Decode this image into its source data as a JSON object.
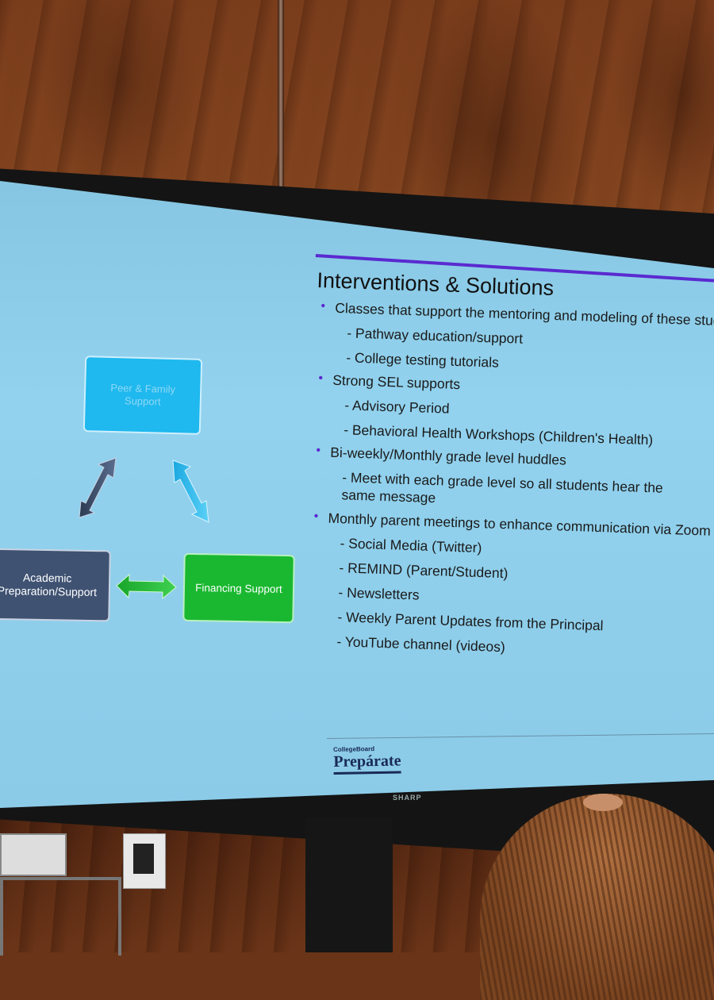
{
  "slide": {
    "title": "Interventions & Solutions",
    "items": [
      {
        "type": "bullet",
        "text": "Classes that support the mentoring and modeling of these students"
      },
      {
        "type": "sub",
        "text": "- Pathway education/support"
      },
      {
        "type": "sub",
        "text": "- College testing tutorials"
      },
      {
        "type": "bullet",
        "text": "Strong SEL supports"
      },
      {
        "type": "sub",
        "text": "- Advisory Period"
      },
      {
        "type": "sub",
        "text": "- Behavioral Health Workshops (Children's Health)"
      },
      {
        "type": "bullet",
        "text": "Bi-weekly/Monthly grade level huddles"
      },
      {
        "type": "sub-wrap",
        "text": "- Meet with each grade level so all students hear the same message"
      },
      {
        "type": "bullet",
        "text": "Monthly parent meetings to enhance communication via Zoom"
      },
      {
        "type": "sub",
        "text": "- Social Media (Twitter)"
      },
      {
        "type": "sub",
        "text": "- REMIND (Parent/Student)"
      },
      {
        "type": "sub",
        "text": "- Newsletters"
      },
      {
        "type": "sub",
        "text": "- Weekly Parent Updates from the Principal"
      },
      {
        "type": "sub",
        "text": "- YouTube channel (videos)"
      }
    ],
    "diagram": {
      "peer": "Peer & Family Support",
      "financing": "Financing Support",
      "academic": "Academic Preparation/Support"
    },
    "logo": {
      "small": "CollegeBoard",
      "big": "Prepárate"
    },
    "colors": {
      "accent": "#5a2ad0",
      "peer": "#1fb8ef",
      "financing": "#1ab830",
      "academic": "#3f5272"
    }
  },
  "tv": {
    "brand": "SHARP"
  }
}
